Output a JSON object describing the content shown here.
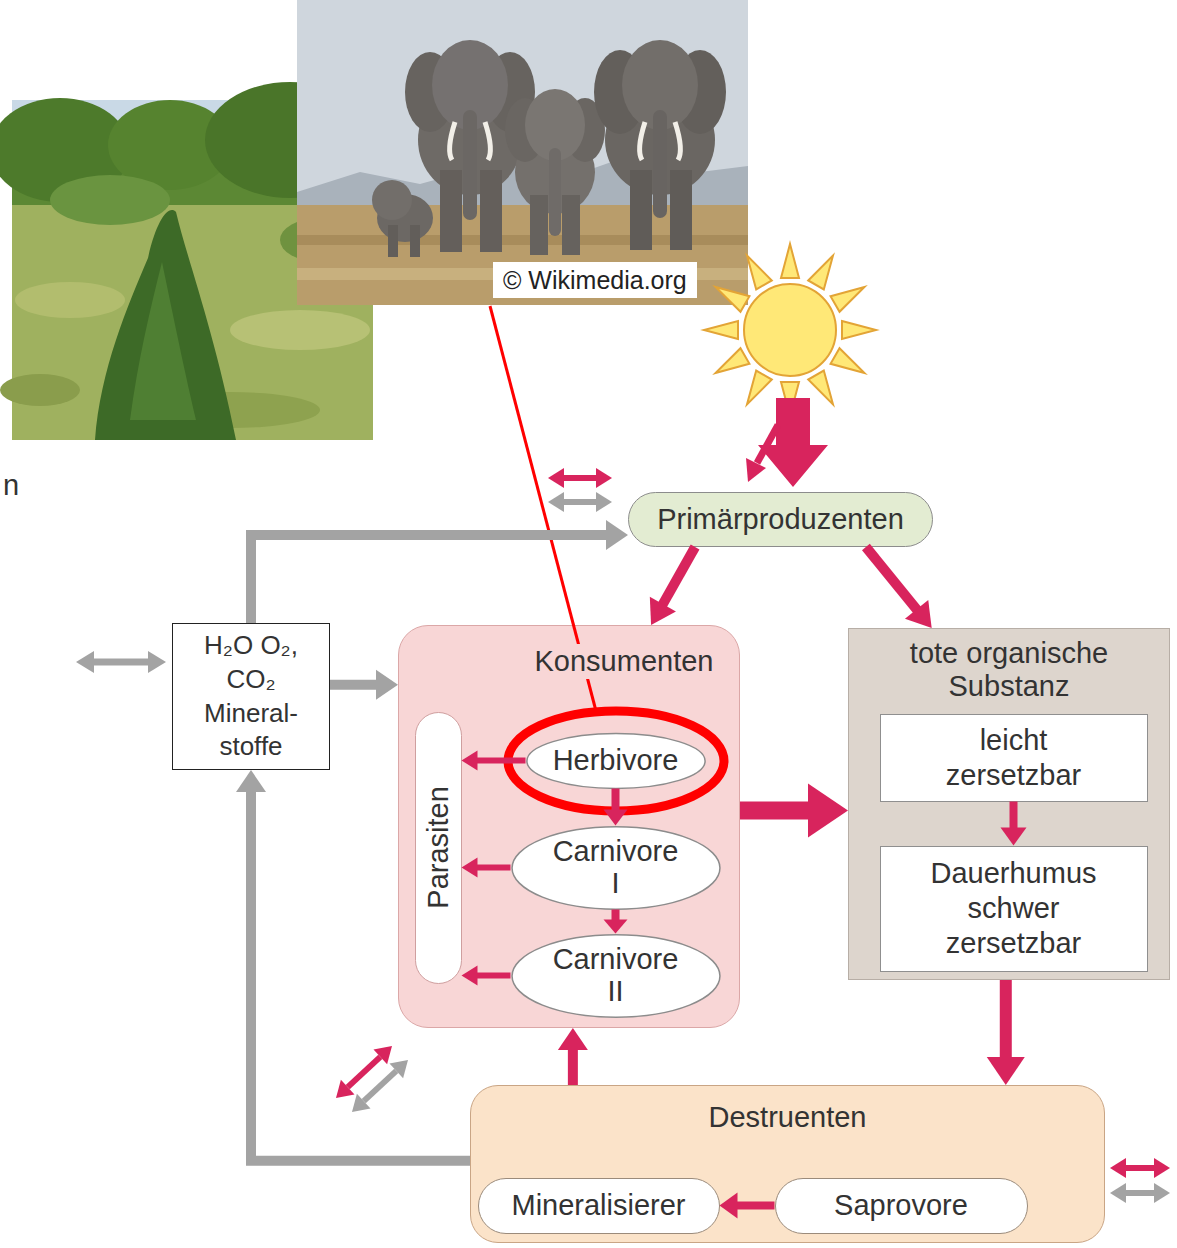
{
  "diagram": {
    "nodes": [
      {
        "text": [
          "Primärproduzenten"
        ]
      },
      {
        "text": [
          "H₂O O₂, CO₂ Mineral- stoffe"
        ]
      },
      {
        "text": [
          "Konsumenten"
        ]
      },
      {
        "text": [
          "Parasiten"
        ],
        "in": 2
      },
      {
        "text": [
          "Herbivore"
        ],
        "in": 2
      },
      {
        "text": [
          "Carnivore I"
        ],
        "in": 2
      },
      {
        "text": [
          "Carnivore II"
        ],
        "in": 2
      },
      {
        "text": [
          "tote organische Substanz"
        ]
      },
      {
        "text": [
          "leicht zersetzbar"
        ],
        "in": 7
      },
      {
        "text": [
          "Dauerhumus schwer zersetzbar"
        ],
        "in": 7
      },
      {
        "text": [
          "Destruenten"
        ]
      },
      {
        "text": [
          "Mineralisierer"
        ],
        "in": 10
      },
      {
        "text": [
          "Saprovore"
        ],
        "in": 10
      }
    ],
    "edges": [
      {
        "from": 0,
        "to": 2,
        "arrow": "to"
      },
      {
        "from": 0,
        "to": 7,
        "arrow": "to"
      },
      {
        "from": 1,
        "to": 0,
        "arrow": "to"
      },
      {
        "from": 1,
        "to": 2,
        "arrow": "to"
      },
      {
        "from": 4,
        "to": 3,
        "arrow": "to"
      },
      {
        "from": 5,
        "to": 3,
        "arrow": "to"
      },
      {
        "from": 6,
        "to": 3,
        "arrow": "to"
      },
      {
        "from": 4,
        "to": 5,
        "arrow": "to"
      },
      {
        "from": 5,
        "to": 6,
        "arrow": "to"
      },
      {
        "from": 2,
        "to": 7,
        "arrow": "to"
      },
      {
        "from": 7,
        "to": 10,
        "arrow": "to"
      },
      {
        "from": 10,
        "to": 2,
        "arrow": "to"
      },
      {
        "from": 8,
        "to": 9,
        "arrow": "to"
      },
      {
        "from": 12,
        "to": 11,
        "arrow": "to"
      },
      {
        "from": 10,
        "to": 1,
        "arrow": "to"
      }
    ],
    "labels": [
      "© Wikimedia.org",
      "n"
    ]
  }
}
